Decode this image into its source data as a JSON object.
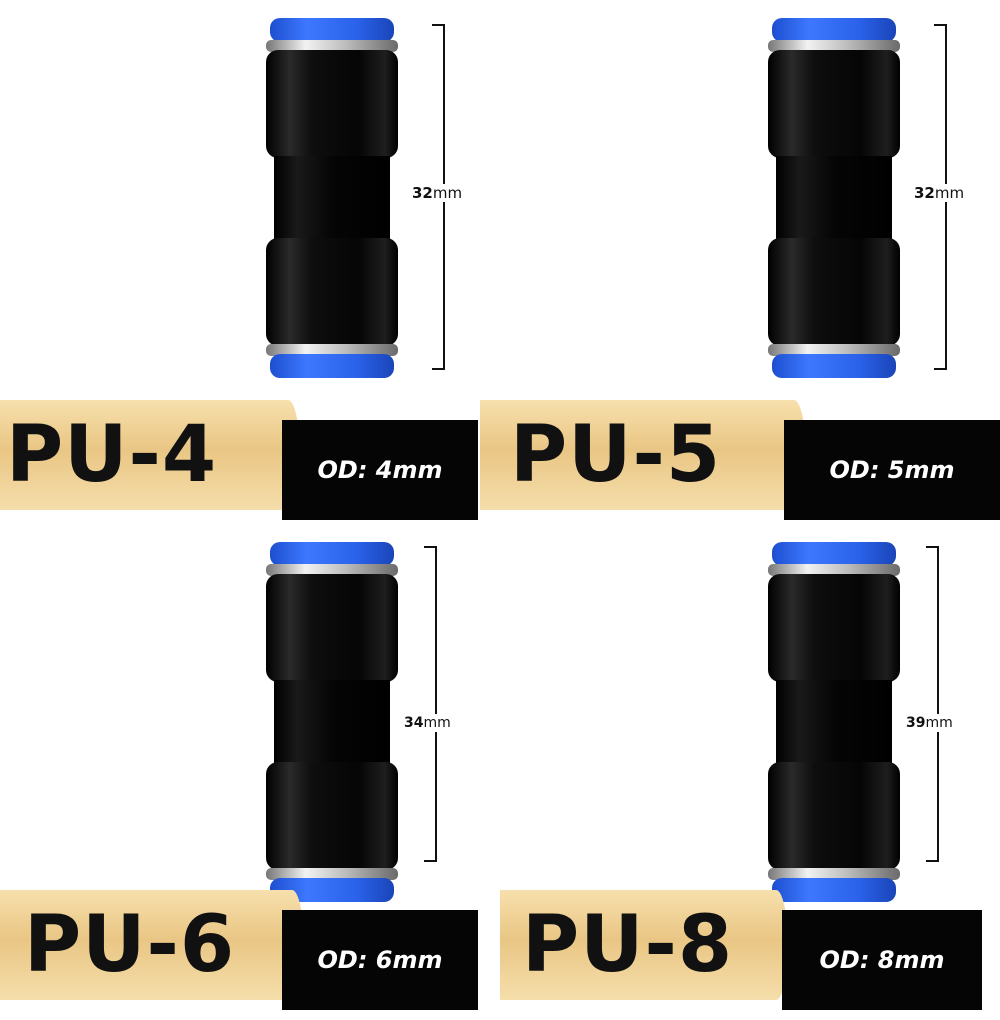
{
  "products": [
    {
      "model": "PU-4",
      "od_label": "OD:",
      "od_value": "4mm",
      "length_num": "32",
      "length_unit": "mm"
    },
    {
      "model": "PU-5",
      "od_label": "OD:",
      "od_value": "5mm",
      "length_num": "32",
      "length_unit": "mm"
    },
    {
      "model": "PU-6",
      "od_label": "OD:",
      "od_value": "6mm",
      "length_num": "34",
      "length_unit": "mm"
    },
    {
      "model": "PU-8",
      "od_label": "OD:",
      "od_value": "8mm",
      "length_num": "39",
      "length_unit": "mm"
    }
  ],
  "colors": {
    "collet_blue": "#2a5fe0",
    "body_black": "#0b0b0b",
    "banner_gold": "#e9c684",
    "banner_black": "#050505"
  }
}
